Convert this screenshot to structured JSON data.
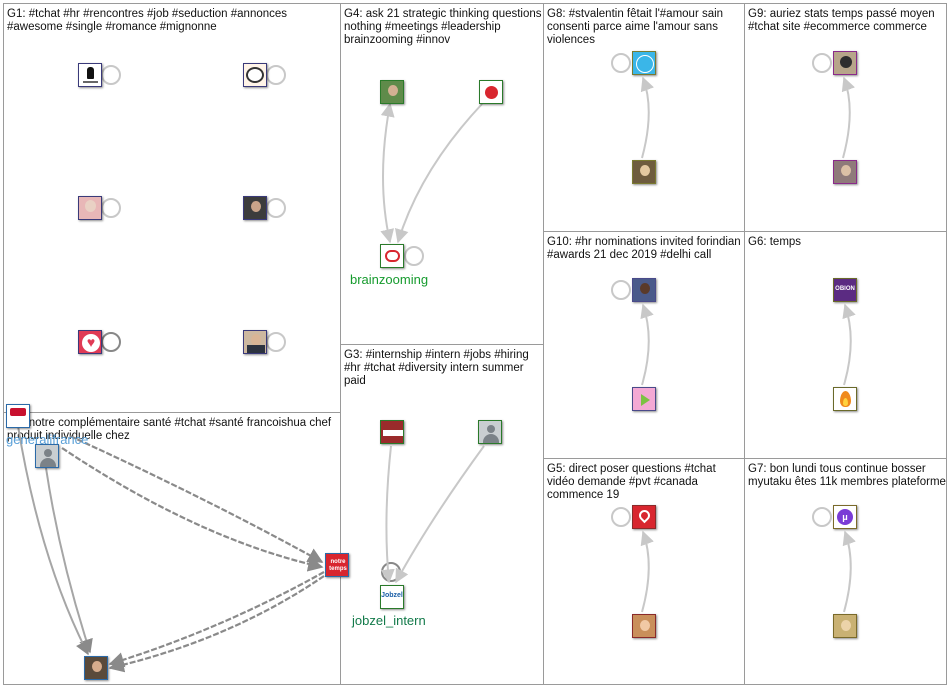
{
  "colors": {
    "edge": "#c8c8c8",
    "edge_dark": "#8a8a8a",
    "label_green": "#169b2e",
    "label_teal": "#137a4a",
    "label_blue": "#5aa0d8",
    "node_red": "#d8262f",
    "node_purple": "#5b2b82",
    "node_orange": "#f08a1c"
  },
  "groups": [
    {
      "id": "G1",
      "title": "G1: #tchat #hr #rencontres #job #seduction #annonces #awesome #single #romance #mignonne"
    },
    {
      "id": "G2",
      "title": "G2: notre complémentaire santé #tchat #santé francoishua chef produit individuelle chez"
    },
    {
      "id": "G3",
      "title": "G3: #internship #intern #jobs #hiring #hr #tchat #diversity intern summer paid"
    },
    {
      "id": "G4",
      "title": "G4: ask 21 strategic thinking questions nothing #meetings #leadership brainzooming #innov"
    },
    {
      "id": "G5",
      "title": "G5: direct poser questions #tchat vidéo demande #pvt #canada commence 19"
    },
    {
      "id": "G6",
      "title": "G6: temps"
    },
    {
      "id": "G7",
      "title": "G7: bon lundi tous continue bosser myutaku êtes 11k membres plateforme"
    },
    {
      "id": "G8",
      "title": "G8: #stvalentin fêtait l'#amour sain consenti parce aime l'amour sans violences"
    },
    {
      "id": "G9",
      "title": "G9: auriez stats temps passé moyen #tchat site #ecommerce commerce"
    },
    {
      "id": "G10",
      "title": "G10: #hr nominations invited forindian #awards 21 dec 2019 #delhi call"
    }
  ],
  "node_labels": {
    "brainzooming": "brainzooming",
    "jobzel_intern": "jobzel_intern",
    "generalifrance": "generalifrance",
    "jobzel_logo": "Jobzel",
    "notre_temps": "notre temps",
    "obion": "OBION"
  },
  "icons": {
    "heart": "heart-icon",
    "person": "person-silhouette-icon",
    "flame": "flame-icon",
    "brain": "brain-icon",
    "pin": "location-pin-icon",
    "play": "play-icon",
    "mu": "mu-logo-icon"
  }
}
